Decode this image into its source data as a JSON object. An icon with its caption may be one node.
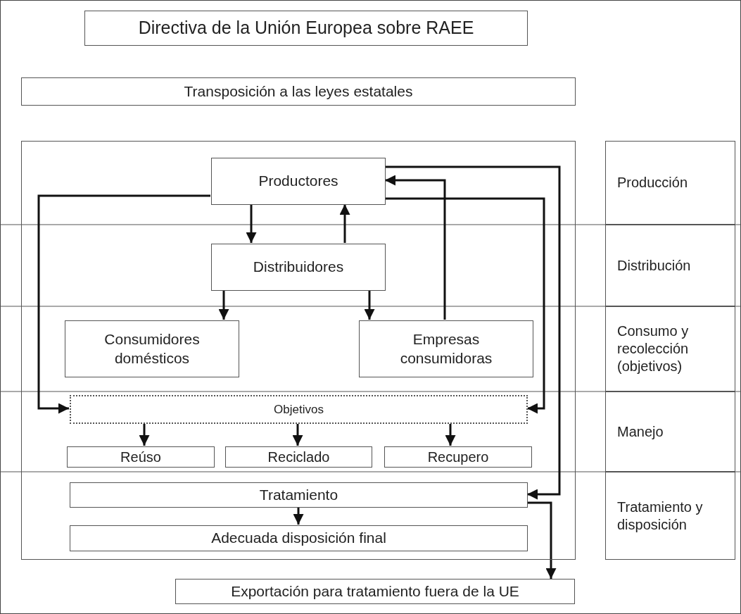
{
  "diagram": {
    "nodes": [
      {
        "text": [
          "Directiva de la Unión Europea sobre RAEE"
        ]
      },
      {
        "text": [
          "Transposición a las leyes estatales"
        ]
      },
      {
        "text": [],
        "shape": "box"
      },
      {
        "text": [
          "Productores"
        ],
        "in": 2
      },
      {
        "text": [
          "Distribuidores"
        ],
        "in": 2
      },
      {
        "text": [
          "Consumidores domésticos"
        ],
        "in": 2
      },
      {
        "text": [
          "Empresas consumidoras"
        ],
        "in": 2
      },
      {
        "text": [
          "Objetivos"
        ],
        "in": 2
      },
      {
        "text": [
          "Reúso"
        ],
        "in": 2
      },
      {
        "text": [
          "Reciclado"
        ],
        "in": 2
      },
      {
        "text": [
          "Recupero"
        ],
        "in": 2
      },
      {
        "text": [
          "Tratamiento"
        ],
        "in": 2
      },
      {
        "text": [
          "Adecuada disposición final"
        ],
        "in": 2
      },
      {
        "text": [
          "Exportación para tratamiento fuera de la UE"
        ]
      },
      {
        "text": [
          "Producción"
        ]
      },
      {
        "text": [
          "Distribución"
        ]
      },
      {
        "text": [
          "Consumo y recolección (objetivos)"
        ]
      },
      {
        "text": [
          "Manejo"
        ]
      },
      {
        "text": [
          "Tratamiento y disposición"
        ]
      }
    ],
    "edges": [
      {
        "from": 3,
        "to": 4,
        "arrow": "to"
      },
      {
        "from": 4,
        "to": 3,
        "arrow": "to"
      },
      {
        "from": 6,
        "to": 3,
        "arrow": "to"
      },
      {
        "from": 3,
        "to": 7,
        "arrow": "to"
      },
      {
        "from": 3,
        "to": 7,
        "arrow": "to"
      },
      {
        "from": 3,
        "to": 11,
        "arrow": "to"
      },
      {
        "from": 4,
        "to": 5,
        "arrow": "to"
      },
      {
        "from": 4,
        "to": 6,
        "arrow": "to"
      },
      {
        "from": 7,
        "to": 8,
        "arrow": "to"
      },
      {
        "from": 7,
        "to": 9,
        "arrow": "to"
      },
      {
        "from": 7,
        "to": 10,
        "arrow": "to"
      },
      {
        "from": 11,
        "to": 12,
        "arrow": "to"
      },
      {
        "from": 11,
        "to": 13,
        "arrow": "to"
      }
    ]
  }
}
